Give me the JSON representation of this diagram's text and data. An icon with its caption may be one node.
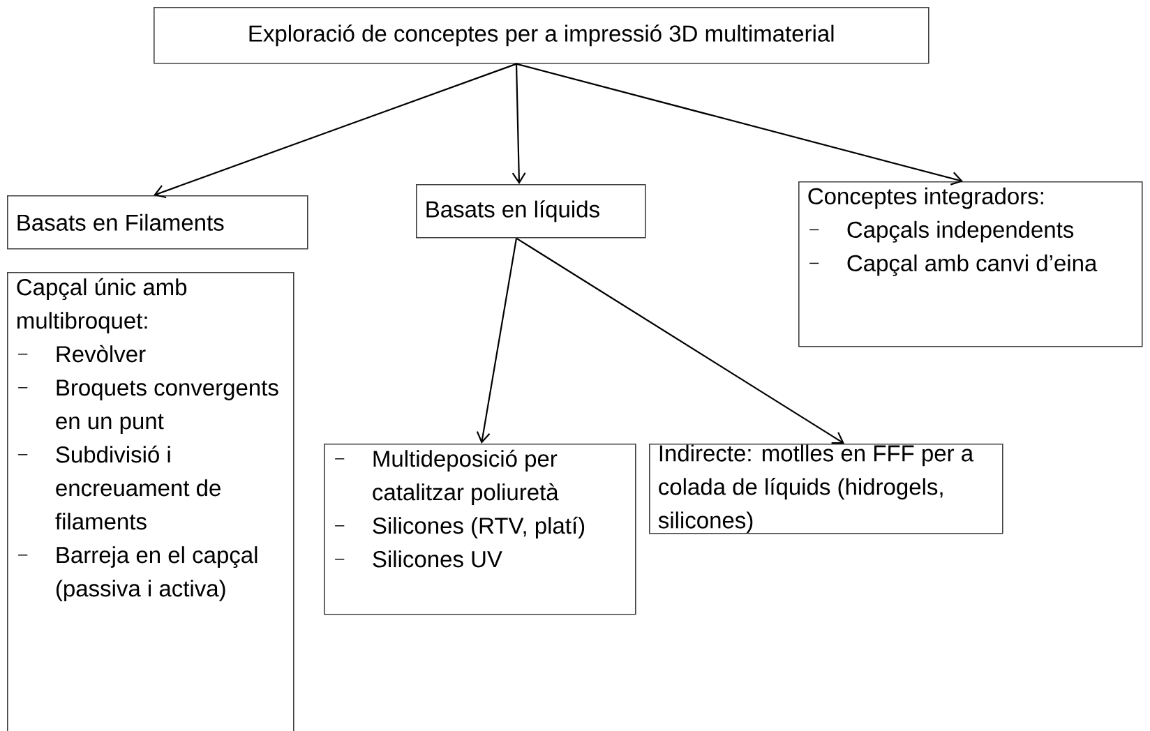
{
  "diagram": {
    "nodes": [
      {
        "text": [
          "Exploració de conceptes per a impressió 3D multimaterial"
        ]
      },
      {
        "text": [
          "Basats en Filaments"
        ]
      },
      {
        "text": [
          "Basats en líquids"
        ]
      },
      {
        "text": [
          "Conceptes integradors:",
          "Capçals independents",
          "Capçal amb canvi d’eina"
        ]
      },
      {
        "text": [
          "Capçal únic amb multibroquet:",
          "Revòlver",
          "Broquets convergents en un punt",
          "Subdivisió i encreuament de filaments",
          "Barreja en el capçal (passiva i activa)"
        ]
      },
      {
        "text": [
          "Multideposició per catalitzar poliuretà",
          "Silicones (RTV, platí)",
          "Silicones UV"
        ]
      },
      {
        "text": [
          "Indirecte: motlles en FFF per a colada de líquids (hidrogels, silicones)"
        ]
      }
    ],
    "edges": [
      {
        "from": 0,
        "to": 1,
        "arrow": "to"
      },
      {
        "from": 0,
        "to": 2,
        "arrow": "to"
      },
      {
        "from": 0,
        "to": 3,
        "arrow": "to"
      },
      {
        "from": 2,
        "to": 5,
        "arrow": "to"
      },
      {
        "from": 2,
        "to": 6,
        "arrow": "to"
      }
    ]
  }
}
